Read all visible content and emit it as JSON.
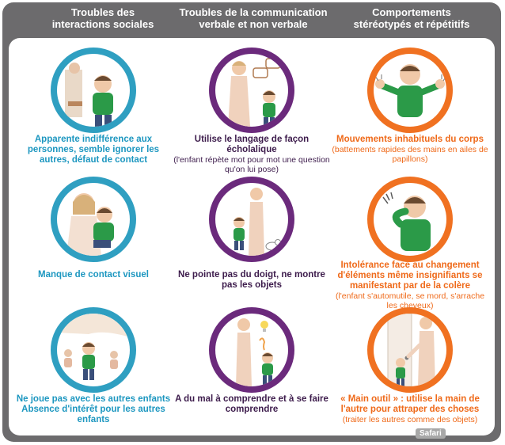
{
  "headers": [
    {
      "line1": "Troubles des",
      "line2": "interactions sociales"
    },
    {
      "line1": "Troubles de la communication",
      "line2": "verbale et non verbale"
    },
    {
      "line1": "Comportements",
      "line2": "stéréotypés et répétitifs"
    }
  ],
  "cells": {
    "r1c1": {
      "main": "Apparente indifférence aux personnes, semble ignorer les autres, défaut de contact",
      "sub": ""
    },
    "r1c2": {
      "main": "Utilise le langage de façon écholalique",
      "sub": "(l'enfant répète mot pour mot une question qu'on lui pose)"
    },
    "r1c3": {
      "main": "Mouvements inhabituels du corps",
      "sub": "(battements rapides des mains en ailes de papillons)"
    },
    "r2c1": {
      "main": "Manque de contact visuel",
      "sub": ""
    },
    "r2c2": {
      "main": "Ne pointe pas du doigt, ne montre pas les objets",
      "sub": ""
    },
    "r2c3": {
      "main": "Intolérance face au changement d'éléments même insignifiants se manifestant par de la colère",
      "sub": "(l'enfant s'automutile, se mord, s'arrache les cheveux)"
    },
    "r3c1": {
      "main": "Ne joue pas avec les autres enfants Absence d'intérêt pour les autres enfants",
      "sub": ""
    },
    "r3c2": {
      "main": "A du mal à comprendre et à se faire comprendre",
      "sub": ""
    },
    "r3c3": {
      "main": "« Main outil » : utilise la main de l'autre pour attraper des choses",
      "sub": "(traiter les autres comme des objets)"
    }
  },
  "watermark": "Safari",
  "colors": {
    "header_bg": "#6c6b6d",
    "col1": "#1d97c0",
    "col2": "#3d1c4c",
    "col3": "#ef6a1a"
  }
}
